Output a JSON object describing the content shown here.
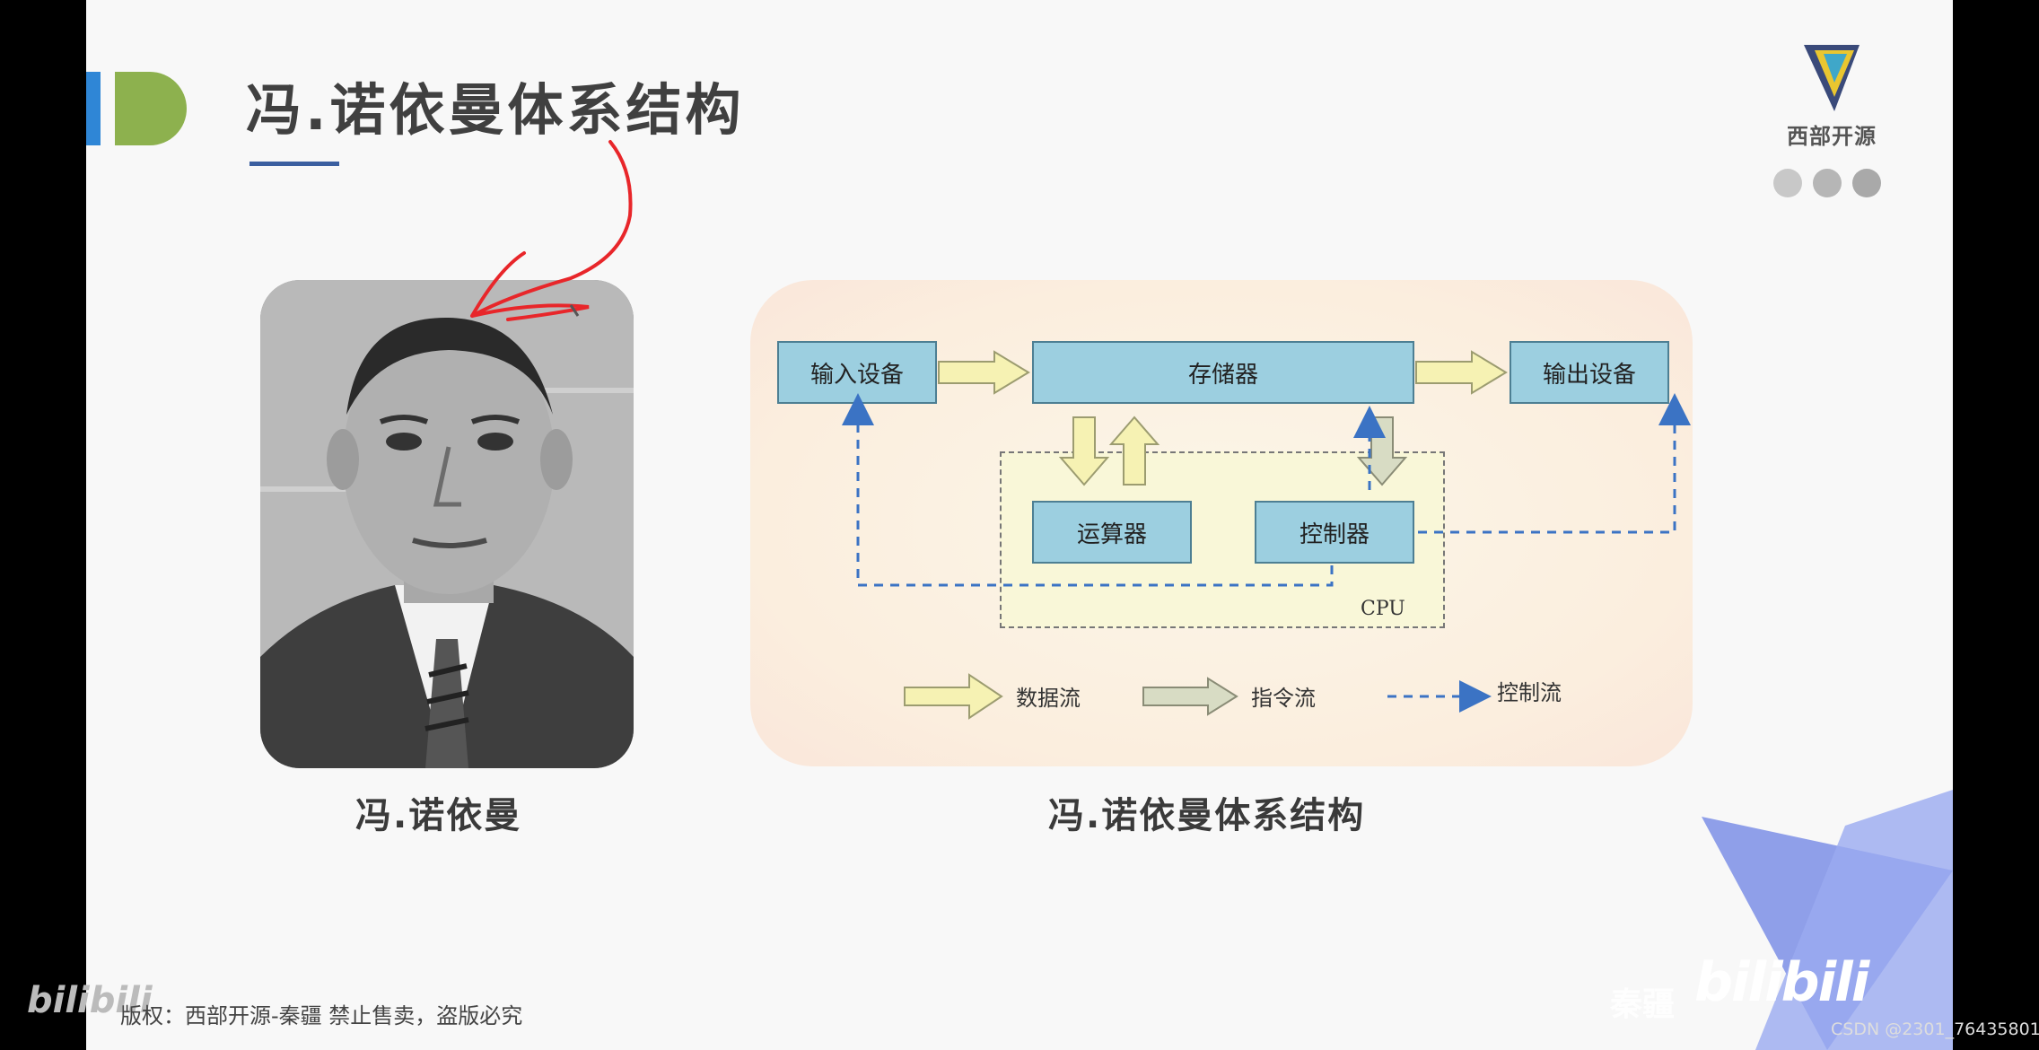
{
  "slide": {
    "title": "冯.诺依曼体系结构",
    "brand_name": "西部开源",
    "page_dots": 3
  },
  "portrait": {
    "caption": "冯.诺依曼"
  },
  "diagram": {
    "caption": "冯.诺依曼体系结构",
    "boxes": {
      "input": "输入设备",
      "memory": "存储器",
      "output": "输出设备",
      "alu": "运算器",
      "controller": "控制器"
    },
    "cpu_label": "CPU",
    "legend": {
      "data_flow": "数据流",
      "instruction_flow": "指令流",
      "control_flow": "控制流"
    }
  },
  "footer": {
    "copyright": "版权：西部开源-秦疆   禁止售卖，盗版必究",
    "watermark_left": "bilibili",
    "watermark_right_mid": "秦疆",
    "watermark_right": "bilibili",
    "csdn": "CSDN @2301_76435801"
  },
  "colors": {
    "title_text": "#404040",
    "accent_blue": "#2f86d6",
    "accent_green": "#8db14e",
    "box_fill": "#9ccfe0",
    "annotation_red": "#e8262a",
    "corner_triangle": "#7c8fe6"
  }
}
